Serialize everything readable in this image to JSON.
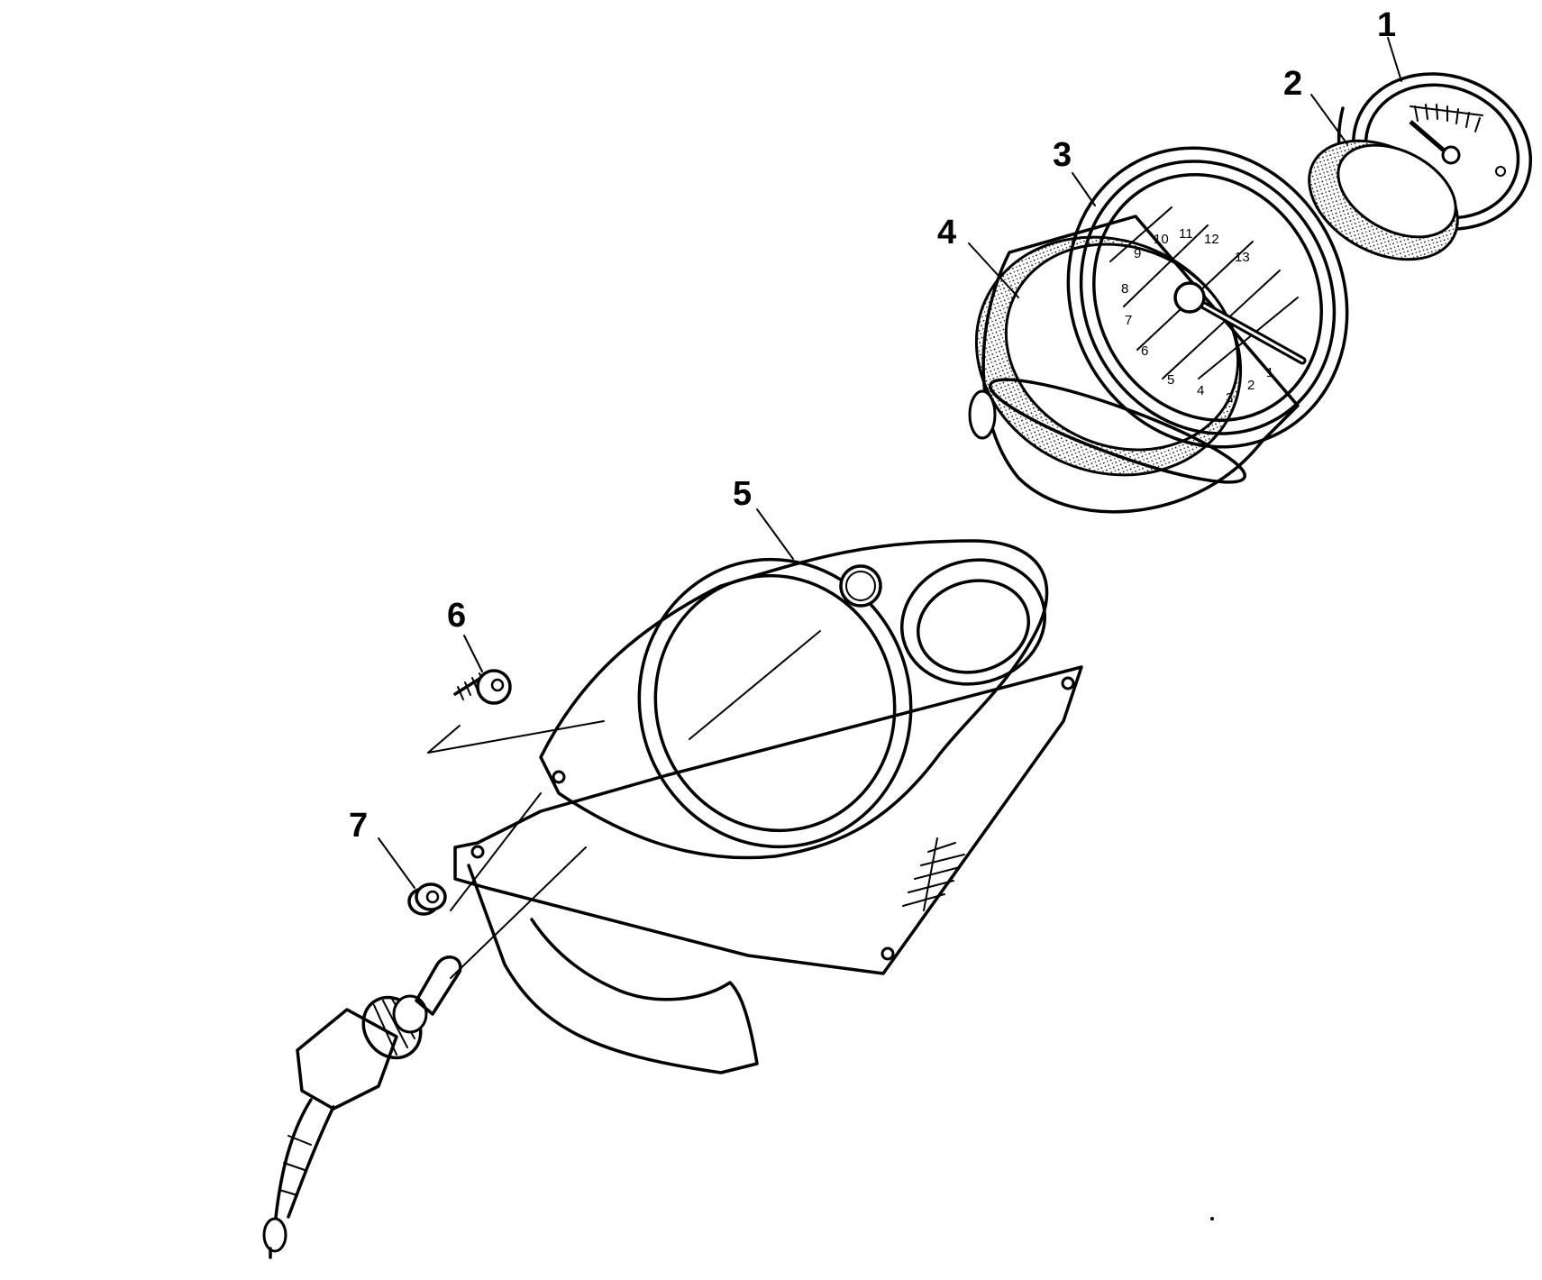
{
  "callouts": [
    {
      "number": "1",
      "part": "small-gauge"
    },
    {
      "number": "2",
      "part": "small-gauge-seal-ring"
    },
    {
      "number": "3",
      "part": "tachometer"
    },
    {
      "number": "4",
      "part": "tachometer-seal-ring"
    },
    {
      "number": "5",
      "part": "gauge-housing-panel"
    },
    {
      "number": "6",
      "part": "screw"
    },
    {
      "number": "7",
      "part": "nut"
    }
  ],
  "tachometer_dial": [
    "1",
    "2",
    "3",
    "4",
    "5",
    "6",
    "7",
    "8",
    "9",
    "10",
    "11",
    "12",
    "13"
  ],
  "colors": {
    "line": "#000000",
    "background": "#ffffff"
  }
}
